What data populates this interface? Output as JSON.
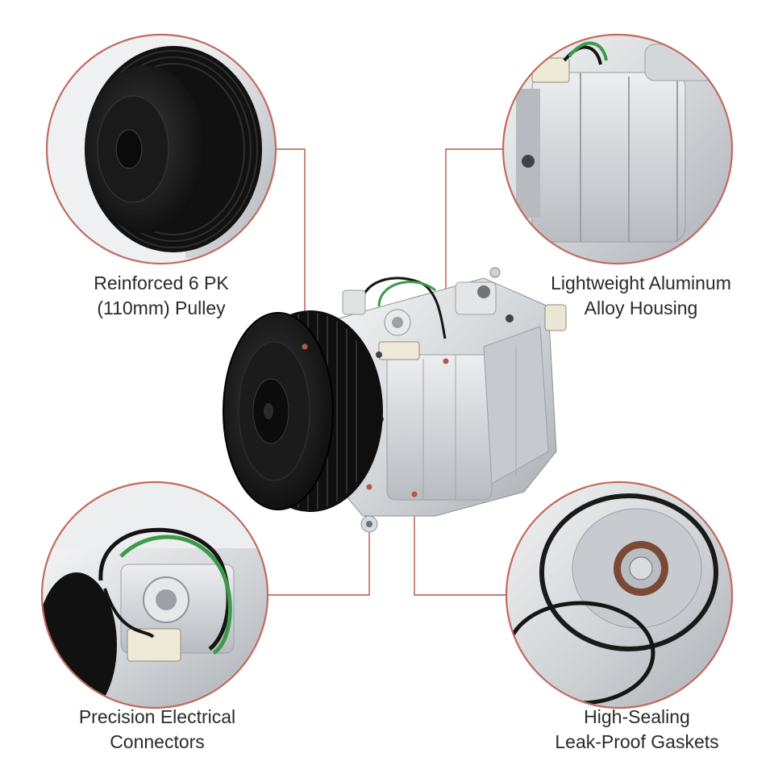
{
  "callouts": {
    "pulley": {
      "line1": "Reinforced 6 PK",
      "line2": "(110mm) Pulley"
    },
    "housing": {
      "line1": "Lightweight Aluminum",
      "line2": "Alloy Housing"
    },
    "connectors": {
      "line1": "Precision Electrical",
      "line2": "Connectors"
    },
    "gaskets": {
      "line1": "High-Sealing",
      "line2": "Leak-Proof Gaskets"
    }
  },
  "colors": {
    "leader_line": "#b5574a",
    "circle_border": "#c26a5e",
    "aluminum": "#d9dcdf",
    "pulley_black": "#161616",
    "wire_green": "#3c9a4a",
    "connector_cream": "#efe9d8",
    "seal_brown": "#7a4a35"
  },
  "icons": [
    "compressor-product-image",
    "pulley-detail-image",
    "housing-detail-image",
    "connector-detail-image",
    "gasket-detail-image"
  ]
}
